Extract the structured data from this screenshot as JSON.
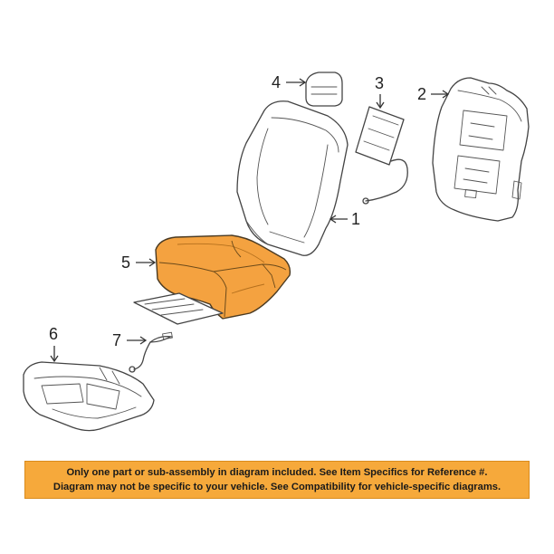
{
  "diagram": {
    "callouts": [
      {
        "id": "1",
        "label": "1",
        "part": "seat-back-frame"
      },
      {
        "id": "2",
        "label": "2",
        "part": "seat-back-cover"
      },
      {
        "id": "3",
        "label": "3",
        "part": "heater-element"
      },
      {
        "id": "4",
        "label": "4",
        "part": "headrest-guide"
      },
      {
        "id": "5",
        "label": "5",
        "part": "cushion-pad",
        "highlight_color": "#f4a240"
      },
      {
        "id": "6",
        "label": "6",
        "part": "cushion-cover"
      },
      {
        "id": "7",
        "label": "7",
        "part": "heater-wire"
      }
    ],
    "colors": {
      "highlight": "#f4a240",
      "line": "#444444",
      "banner": "#f6a93b"
    }
  },
  "notice": {
    "line1": "Only one part or sub-assembly in diagram included. See Item Specifics for Reference #.",
    "line2": "Diagram may not be specific to your vehicle. See Compatibility for vehicle-specific diagrams."
  }
}
